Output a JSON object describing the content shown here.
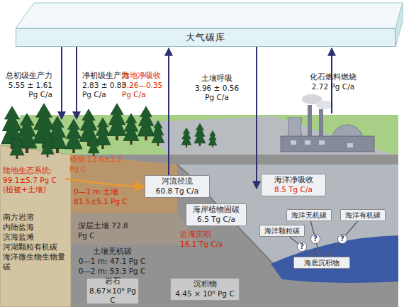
{
  "diagram": {
    "nodes": [
      {
        "text": [
          "大气碳库"
        ]
      },
      {
        "text": [
          "河流径流",
          "60.8 Tg C/a"
        ]
      },
      {
        "text": [
          "海洋净吸收",
          "8.5 Tg C/a"
        ]
      },
      {
        "text": [
          "海岸植物固碳",
          "6.5 Tg C/a"
        ]
      },
      {
        "text": [
          "海洋无机碳"
        ]
      },
      {
        "text": [
          "海洋有机碳"
        ]
      },
      {
        "text": [
          "海洋颗粒碳"
        ]
      },
      {
        "text": [
          "海底沉积物"
        ]
      },
      {
        "text": [
          "岩石",
          "8.67×10⁶ Pg C"
        ]
      },
      {
        "text": [
          "沉积物",
          "4.45 × 10⁶ Pg C"
        ]
      }
    ],
    "edges": [
      {
        "from": 6,
        "to": 7,
        "label": "?",
        "arrow": "to"
      },
      {
        "from": 4,
        "to": 7,
        "label": "?",
        "arrow": "to"
      },
      {
        "from": 5,
        "to": 7,
        "label": "?",
        "arrow": "to"
      }
    ],
    "labels": [
      "总初级生产力 5.55 ± 1.61 Pg C/a",
      "净初级生产力 2.83 ± 0.83 Pg C/a",
      "陆地净吸收 0.26—0.35 Pg C/a",
      "土壤呼吸 3.96 ± 0.56 Pg C/a",
      "化石燃料燃烧 2.72 Pg C/a",
      "植物 13.6±3.2 Pg C",
      "陆地生态系统: 99.1±5.7 Pg C (植被+土壤)",
      "0—1 m 土壤 81.5±5.1 Pg C",
      "深层土壤 72.8 Pg C",
      "土壤无机碳",
      "0—1 m: 47.1 Pg C",
      "0—2 m: 53.3 Pg C",
      "南方岩溶",
      "内陆盐海",
      "滨海盐滩",
      "河湖颗粒有机碳",
      "海洋微生物生物量碳",
      "近海沉积 16.1 Tg C/a"
    ]
  }
}
